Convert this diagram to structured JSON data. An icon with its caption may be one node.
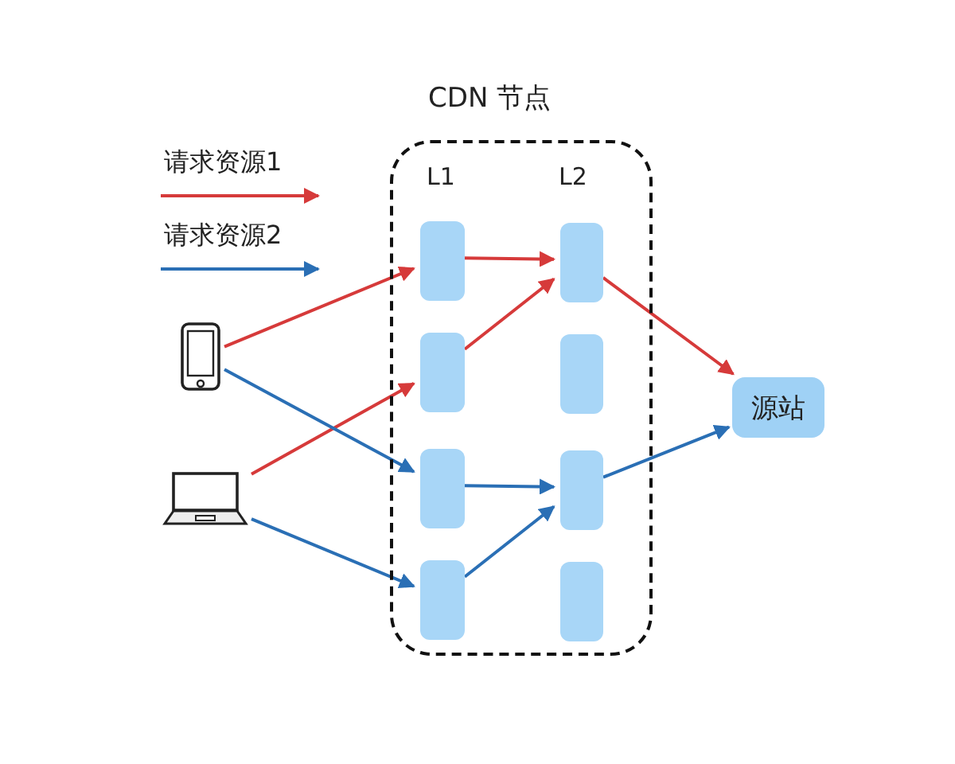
{
  "diagram": {
    "nodes": [
      {
        "text": [
          "CDN 节点"
        ]
      },
      {
        "text": [],
        "shape": "box",
        "in": 0
      },
      {
        "text": [],
        "shape": "box",
        "in": 0
      },
      {
        "text": [],
        "shape": "box",
        "in": 0
      },
      {
        "text": [],
        "shape": "box",
        "in": 0
      },
      {
        "text": [],
        "shape": "box",
        "in": 0
      },
      {
        "text": [],
        "shape": "box",
        "in": 0
      },
      {
        "text": [],
        "shape": "box",
        "in": 0
      },
      {
        "text": [],
        "shape": "box",
        "in": 0
      },
      {
        "text": [],
        "shape": "phone"
      },
      {
        "text": [],
        "shape": "laptop"
      },
      {
        "text": [
          "源站"
        ]
      }
    ],
    "edges": [
      {
        "from": 9,
        "to": 1,
        "arrow": "to",
        "color": "#d63a3a"
      },
      {
        "from": 10,
        "to": 2,
        "arrow": "to",
        "color": "#d63a3a"
      },
      {
        "from": 1,
        "to": 5,
        "arrow": "to",
        "color": "#d63a3a"
      },
      {
        "from": 2,
        "to": 5,
        "arrow": "to",
        "color": "#d63a3a"
      },
      {
        "from": 5,
        "to": 11,
        "arrow": "to",
        "color": "#d63a3a"
      },
      {
        "from": 9,
        "to": 3,
        "arrow": "to",
        "color": "#2a6fb5"
      },
      {
        "from": 10,
        "to": 4,
        "arrow": "to",
        "color": "#2a6fb5"
      },
      {
        "from": 3,
        "to": 7,
        "arrow": "to",
        "color": "#2a6fb5"
      },
      {
        "from": 4,
        "to": 7,
        "arrow": "to",
        "color": "#2a6fb5"
      },
      {
        "from": 7,
        "to": 11,
        "arrow": "to",
        "color": "#2a6fb5"
      }
    ],
    "labels": [
      "L1",
      "L2"
    ],
    "legend": [
      {
        "text": "请求资源1",
        "color": "#d63a3a"
      },
      {
        "text": "请求资源2",
        "color": "#2a6fb5"
      }
    ]
  }
}
